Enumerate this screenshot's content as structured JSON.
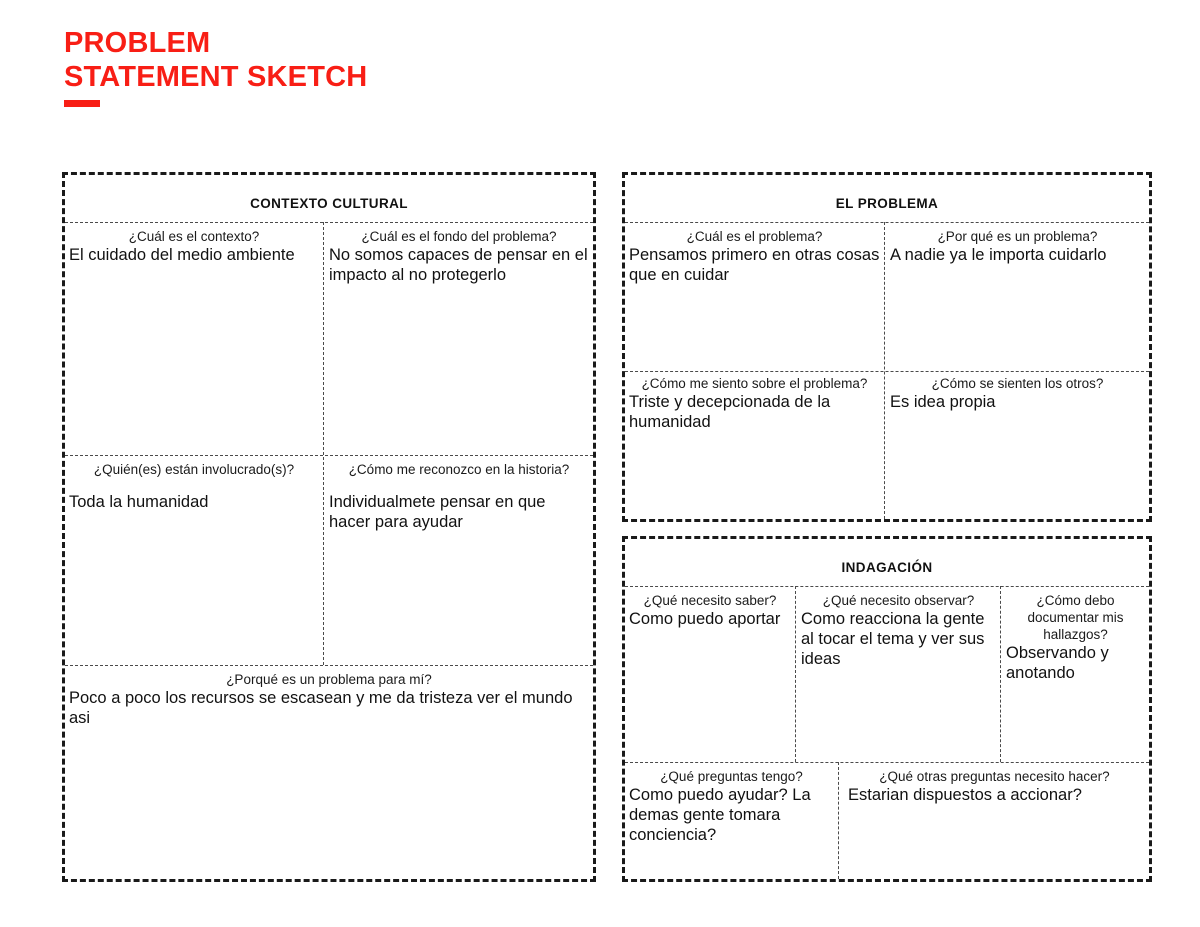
{
  "title": {
    "line1": "PROBLEM",
    "line2": "STATEMENT SKETCH",
    "accent_color": "#f81e15"
  },
  "panels": {
    "contexto": {
      "title": "CONTEXTO CULTURAL",
      "cells": [
        {
          "question": "¿Cuál es el contexto?",
          "answer": "El cuidado del medio ambiente"
        },
        {
          "question": "¿Cuál es el fondo del problema?",
          "answer": "No somos capaces de pensar en el impacto al no protegerlo"
        },
        {
          "question": "¿Quién(es) están involucrado(s)?",
          "answer": "Toda la humanidad"
        },
        {
          "question": "¿Cómo me reconozco en la historia?",
          "answer": "Individualmete pensar en que hacer para ayudar"
        },
        {
          "question": "¿Porqué es un problema para mí?",
          "answer": "Poco a poco los recursos se escasean y me da tristeza ver el mundo asi"
        }
      ]
    },
    "problema": {
      "title": "EL PROBLEMA",
      "cells": [
        {
          "question": "¿Cuál es el problema?",
          "answer": "Pensamos primero en otras cosas que en cuidar"
        },
        {
          "question": "¿Por qué es un problema?",
          "answer": "A nadie ya le importa cuidarlo"
        },
        {
          "question": "¿Cómo me siento sobre el problema?",
          "answer": "Triste y decepcionada de la humanidad"
        },
        {
          "question": "¿Cómo se sienten los otros?",
          "answer": "Es idea propia"
        }
      ]
    },
    "indagacion": {
      "title": "INDAGACIÓN",
      "cells": [
        {
          "question": "¿Qué necesito saber?",
          "answer": "Como puedo aportar"
        },
        {
          "question": "¿Qué necesito observar?",
          "answer": "Como reacciona la gente al tocar el tema y ver sus ideas"
        },
        {
          "question": "¿Cómo debo documentar mis hallazgos?",
          "answer": "Observando y anotando"
        },
        {
          "question": "¿Qué preguntas tengo?",
          "answer": "Como puedo ayudar? La demas gente tomara conciencia?"
        },
        {
          "question": "¿Qué otras preguntas necesito hacer?",
          "answer": "Estarian dispuestos a accionar?"
        }
      ]
    }
  }
}
